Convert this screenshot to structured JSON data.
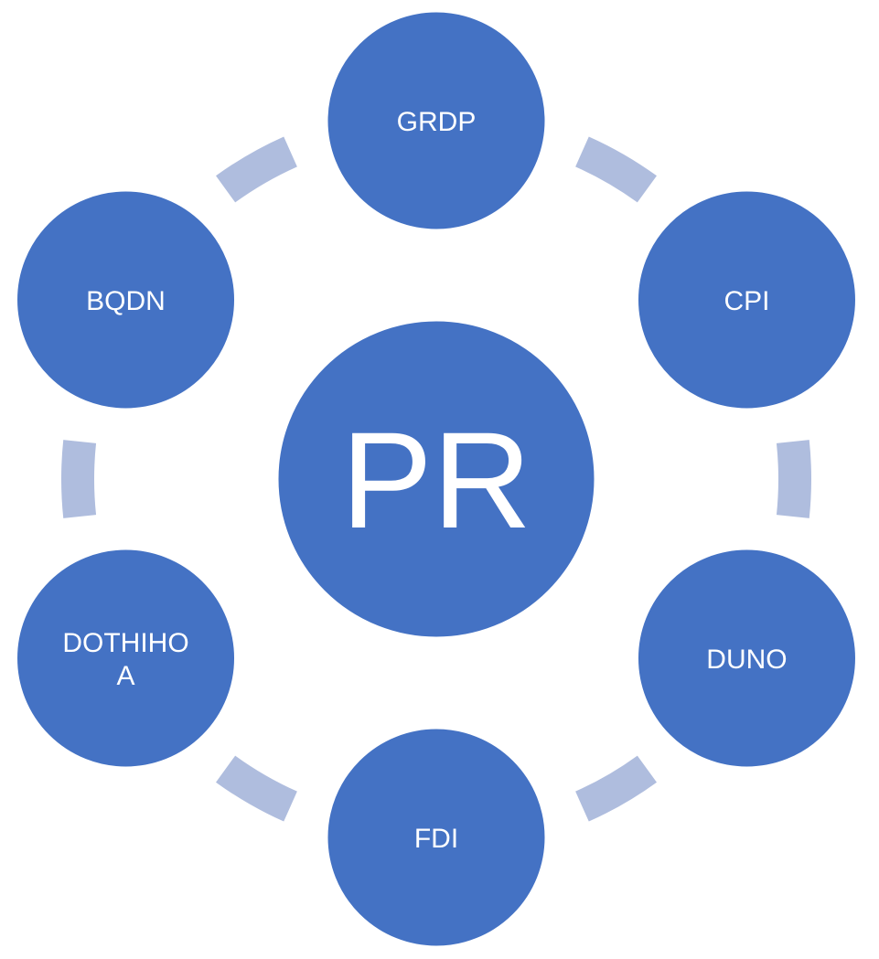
{
  "center": {
    "label": "PR"
  },
  "nodes": [
    {
      "id": "grdp",
      "lines": [
        "GRDP"
      ]
    },
    {
      "id": "cpi",
      "lines": [
        "CPI"
      ]
    },
    {
      "id": "duno",
      "lines": [
        "DUNO"
      ]
    },
    {
      "id": "fdi",
      "lines": [
        "FDI"
      ]
    },
    {
      "id": "dothihoa",
      "lines": [
        "DOTHIHO",
        "A"
      ]
    },
    {
      "id": "bqdn",
      "lines": [
        "BQDN"
      ]
    }
  ],
  "colors": {
    "node_fill": "#4472C4",
    "ring": "#AFBDDE",
    "label": "#FFFFFF",
    "background": "#FFFFFF"
  }
}
